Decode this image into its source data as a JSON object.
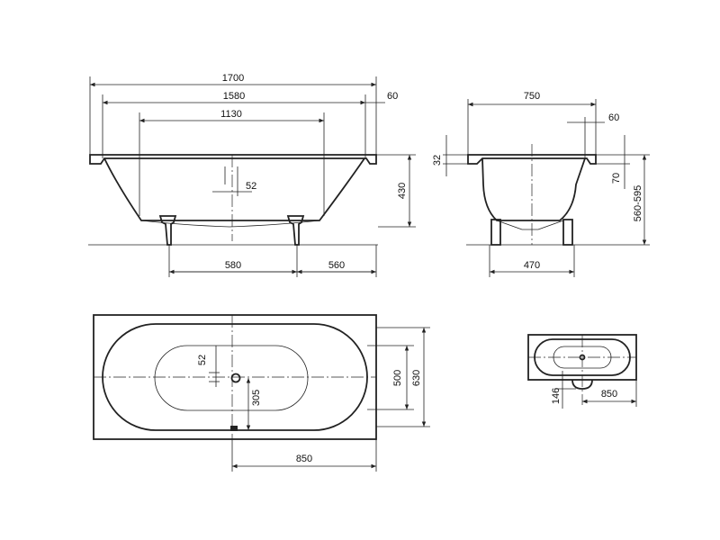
{
  "colors": {
    "line": "#222222",
    "background": "#ffffff"
  },
  "side_view": {
    "overall_length": "1700",
    "inner_length": "1580",
    "rim_offset": "60",
    "feet_spacing": "1130",
    "drain_offset": "52",
    "height": "430",
    "left_foot_to_drain": "580",
    "drain_to_right_foot": "560"
  },
  "end_view": {
    "overall_width": "750",
    "rim_offset": "60",
    "rim_thickness": "32",
    "rim_depth": "70",
    "height_range": "560-595",
    "feet_width": "470"
  },
  "plan_view": {
    "drain_offset": "52",
    "drain_from_edge": "305",
    "inner_width": "500",
    "overall_width": "630",
    "drain_from_end": "850"
  },
  "small_plan_view": {
    "drain_offset": "146",
    "drain_from_end": "850"
  }
}
